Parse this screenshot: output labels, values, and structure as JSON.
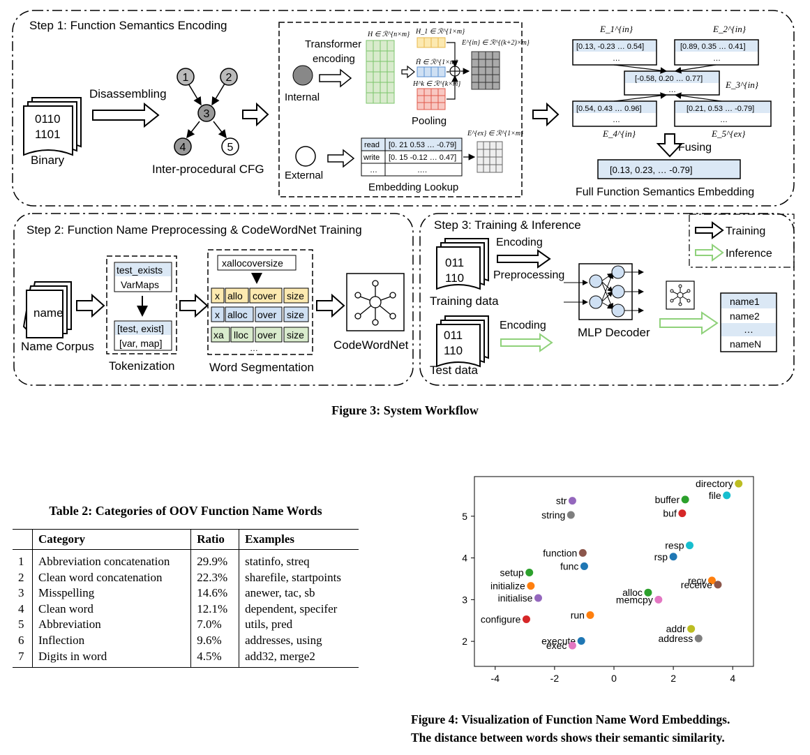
{
  "figure3": {
    "caption": "Figure 3: System Workflow",
    "step1": {
      "title": "Step 1: Function Semantics Encoding",
      "binary_lines": [
        "0110",
        "1101"
      ],
      "binary_label": "Binary",
      "disassembling": "Disassembling",
      "cfg_nodes": [
        "1",
        "2",
        "3",
        "4",
        "5"
      ],
      "cfg_label": "Inter-procedural CFG",
      "internal": "Internal",
      "external": "External",
      "transformer_line1": "Transformer",
      "transformer_line2": "encoding",
      "pooling": "Pooling",
      "embedding_lookup": "Embedding Lookup",
      "H_label": "H ∈ ℛ^{n×m}",
      "H1_label": "H_1 ∈ ℛ^{1×m}",
      "Hbar_label": "H̄ ∈ ℛ^{1×m}",
      "Hk_label": "H^k ∈ ℛ^{k×m}",
      "Ein_label": "E^{in} ∈ ℛ^{(k+2)×m}",
      "Eex_label": "E^{ex} ∈ ℛ^{1×m}",
      "lookup_rows": [
        {
          "key": "read",
          "value": "[0. 21 0.53 … -0.79]"
        },
        {
          "key": "write",
          "value": "[0. 15 -0.12 … 0.47]"
        },
        {
          "key": "…",
          "value": "…."
        }
      ],
      "E1_vec": "[0.13, -0.23 … 0.54]",
      "E2_vec": "[0.89, 0.35 … 0.41]",
      "E3_vec": "[-0.58, 0.20 … 0.77]",
      "E4_vec": "[0.54, 0.43 … 0.96]",
      "E5_vec": "[0.21, 0.53 … -0.79]",
      "E1_label": "E_1^{in}",
      "E2_label": "E_2^{in}",
      "E3_label": "E_3^{in}",
      "E4_label": "E_4^{in}",
      "E5_label": "E_5^{ex}",
      "ellipsis": "…",
      "fusing": "Fusing",
      "full_vec": "[0.13, 0.23,  … -0.79]",
      "full_label": "Full Function Semantics Embedding"
    },
    "step2": {
      "title": "Step 2: Function Name Preprocessing & CodeWordNet Training",
      "name": "name",
      "name_corpus": "Name Corpus",
      "tok_in": [
        "test_exists",
        "VarMaps"
      ],
      "tok_out": [
        "[test, exist]",
        "[var, map]"
      ],
      "tokenization": "Tokenization",
      "seg_word": "xallocoversize",
      "seg_rows": [
        [
          "x",
          "allo",
          "cover",
          "size"
        ],
        [
          "x",
          "alloc",
          "over",
          "size"
        ],
        [
          "xa",
          "lloc",
          "over",
          "size"
        ]
      ],
      "seg_ellipsis": "…",
      "word_segmentation": "Word Segmentation",
      "codewordnet": "CodeWordNet"
    },
    "step3": {
      "title": "Step 3: Training & Inference",
      "legend_training": "Training",
      "legend_inference": "Inference",
      "train_lines": [
        "011",
        "110"
      ],
      "training_data": "Training data",
      "test_lines": [
        "011",
        "110"
      ],
      "test_data": "Test data",
      "encoding_top": "Encoding",
      "preprocessing": "Preprocessing",
      "encoding_bottom": "Encoding",
      "mlp_decoder": "MLP Decoder",
      "names": [
        "name1",
        "name2",
        "…",
        "nameN"
      ]
    },
    "colors": {
      "training_arrow": "#000000",
      "inference_arrow": "#8fd17a",
      "yellow": "#fce9b0",
      "blue": "#cfe0f3",
      "green": "#d9ebcd",
      "red": "#f8c8c2",
      "gray": "#aaaaaa",
      "vector_fill": "#dbe8f5"
    }
  },
  "table2": {
    "caption": "Table 2: Categories of OOV Function Name Words",
    "headers": [
      "",
      "Category",
      "Ratio",
      "Examples"
    ],
    "rows": [
      [
        "1",
        "Abbreviation concatenation",
        "29.9%",
        "statinfo, streq"
      ],
      [
        "2",
        "Clean word concatenation",
        "22.3%",
        "sharefile, startpoints"
      ],
      [
        "3",
        "Misspelling",
        "14.6%",
        "anewer, tac, sb"
      ],
      [
        "4",
        "Clean word",
        "12.1%",
        "dependent, specifer"
      ],
      [
        "5",
        "Abbreviation",
        "7.0%",
        "utils, pred"
      ],
      [
        "6",
        "Inflection",
        "9.6%",
        "addresses, using"
      ],
      [
        "7",
        "Digits in word",
        "4.5%",
        "add32, merge2"
      ]
    ]
  },
  "figure4": {
    "caption_line1": "Figure 4: Visualization of Function Name Word Embeddings.",
    "caption_line2": "The distance between words shows their semantic similarity."
  },
  "chart_data": {
    "type": "scatter",
    "xlim": [
      -4.7,
      4.7
    ],
    "ylim": [
      1.4,
      5.95
    ],
    "xticks": [
      -4,
      -2,
      0,
      2,
      4
    ],
    "yticks": [
      2,
      3,
      4,
      5
    ],
    "grid": false,
    "points": [
      {
        "label": "directory",
        "x": 4.2,
        "y": 5.78,
        "color": "#bcbd22"
      },
      {
        "label": "file",
        "x": 3.8,
        "y": 5.5,
        "color": "#17becf"
      },
      {
        "label": "buffer",
        "x": 2.4,
        "y": 5.4,
        "color": "#2ca02c"
      },
      {
        "label": "buf",
        "x": 2.3,
        "y": 5.07,
        "color": "#d62728"
      },
      {
        "label": "str",
        "x": -1.4,
        "y": 5.37,
        "color": "#9467bd"
      },
      {
        "label": "string",
        "x": -1.45,
        "y": 5.03,
        "color": "#7f7f7f"
      },
      {
        "label": "resp",
        "x": 2.55,
        "y": 4.3,
        "color": "#17becf"
      },
      {
        "label": "rsp",
        "x": 2.0,
        "y": 4.03,
        "color": "#1f77b4"
      },
      {
        "label": "function",
        "x": -1.05,
        "y": 4.12,
        "color": "#8c564b"
      },
      {
        "label": "func",
        "x": -1.0,
        "y": 3.8,
        "color": "#1f77b4"
      },
      {
        "label": "setup",
        "x": -2.85,
        "y": 3.65,
        "color": "#2ca02c"
      },
      {
        "label": "initialize",
        "x": -2.8,
        "y": 3.33,
        "color": "#ff7f0e"
      },
      {
        "label": "initialise",
        "x": -2.55,
        "y": 3.04,
        "color": "#9467bd"
      },
      {
        "label": "recv",
        "x": 3.3,
        "y": 3.46,
        "color": "#ff7f0e"
      },
      {
        "label": "receive",
        "x": 3.5,
        "y": 3.36,
        "color": "#8c564b"
      },
      {
        "label": "alloc",
        "x": 1.15,
        "y": 3.17,
        "color": "#2ca02c"
      },
      {
        "label": "memcpy",
        "x": 1.5,
        "y": 3.0,
        "color": "#e377c2"
      },
      {
        "label": "configure",
        "x": -2.95,
        "y": 2.53,
        "color": "#d62728"
      },
      {
        "label": "run",
        "x": -0.8,
        "y": 2.63,
        "color": "#ff7f0e"
      },
      {
        "label": "addr",
        "x": 2.6,
        "y": 2.3,
        "color": "#bcbd22"
      },
      {
        "label": "address",
        "x": 2.85,
        "y": 2.07,
        "color": "#7f7f7f"
      },
      {
        "label": "execute",
        "x": -1.1,
        "y": 2.01,
        "color": "#1f77b4"
      },
      {
        "label": "exec",
        "x": -1.4,
        "y": 1.9,
        "color": "#e377c2"
      }
    ]
  }
}
